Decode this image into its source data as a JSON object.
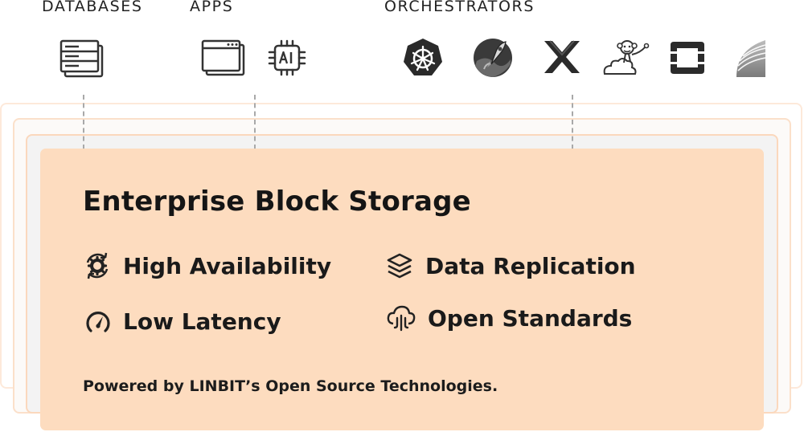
{
  "categories": {
    "databases": "DATABASES",
    "apps": "APPS",
    "orchestrators": "ORCHESTRATORS"
  },
  "icons": {
    "databases": [
      "database-server-icon"
    ],
    "apps": [
      "app-window-icon",
      "ai-chip-icon"
    ],
    "orchestrators": [
      "kubernetes-icon",
      "rocket-globe-icon",
      "proxmox-x-icon",
      "monkey-cloud-icon",
      "openstack-icon",
      "cloud-stack-icon"
    ]
  },
  "card": {
    "title": "Enterprise Block Storage",
    "features": [
      {
        "label": "High Availability",
        "icon": "gear-cycle-icon"
      },
      {
        "label": "Data Replication",
        "icon": "layers-icon"
      },
      {
        "label": "Low Latency",
        "icon": "speedometer-icon"
      },
      {
        "label": "Open Standards",
        "icon": "cloud-plug-icon"
      }
    ],
    "footnote": "Powered by LINBIT’s Open Source Technologies."
  },
  "colors": {
    "card": "#fddcbf",
    "layer_border": "#fbd8bd",
    "text": "#1a1a1a",
    "dash": "#a9a9a9"
  }
}
